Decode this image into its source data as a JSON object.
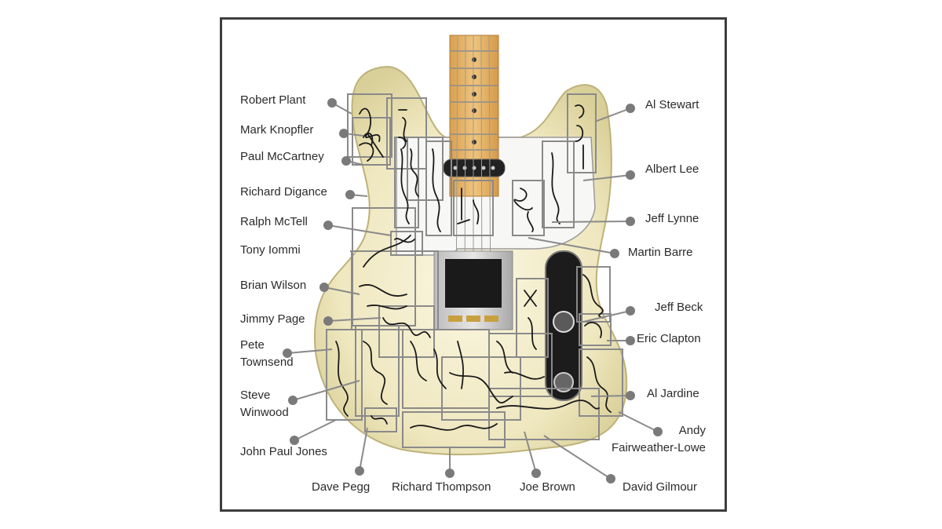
{
  "diagram": {
    "left_labels": [
      {
        "id": "robert-plant",
        "text": "Robert Plant"
      },
      {
        "id": "mark-knopfler",
        "text": "Mark Knopfler"
      },
      {
        "id": "paul-mccartney",
        "text": "Paul McCartney"
      },
      {
        "id": "richard-digance",
        "text": "Richard Digance"
      },
      {
        "id": "ralph-mctell",
        "text": "Ralph McTell"
      },
      {
        "id": "tony-iommi",
        "text": "Tony Iommi"
      },
      {
        "id": "brian-wilson",
        "text": "Brian Wilson"
      },
      {
        "id": "jimmy-page",
        "text": "Jimmy Page"
      },
      {
        "id": "pete-townsend",
        "line1": "Pete",
        "line2": "Townsend"
      },
      {
        "id": "steve-winwood",
        "line1": "Steve",
        "line2": "Winwood"
      },
      {
        "id": "john-paul-jones",
        "text": "John Paul Jones"
      }
    ],
    "right_labels": [
      {
        "id": "al-stewart",
        "text": "Al Stewart"
      },
      {
        "id": "albert-lee",
        "text": "Albert Lee"
      },
      {
        "id": "jeff-lynne",
        "text": "Jeff Lynne"
      },
      {
        "id": "martin-barre",
        "text": "Martin  Barre"
      },
      {
        "id": "jeff-beck",
        "text": "Jeff Beck"
      },
      {
        "id": "eric-clapton",
        "text": "Eric Clapton"
      },
      {
        "id": "al-jardine",
        "text": "Al Jardine"
      },
      {
        "id": "andy-fairweather-lowe",
        "line1": "Andy",
        "line2": "Fairweather-Lowe"
      }
    ],
    "bottom_labels": [
      {
        "id": "dave-pegg",
        "text": "Dave Pegg"
      },
      {
        "id": "richard-thompson",
        "text": "Richard Thompson"
      },
      {
        "id": "joe-brown",
        "text": "Joe Brown"
      },
      {
        "id": "david-gilmour",
        "text": "David Gilmour"
      }
    ],
    "signature_1": "Al Stewart",
    "signature_2": "Richard Thompson",
    "colors": {
      "frame": "#3d3d3d",
      "body_cream": "#f2eccb",
      "body_edge": "#c9c08a",
      "pickguard": "#f7f7f5",
      "neck_maple": "#e8b86a",
      "callout": "#8a8a8a",
      "marker": "#7a7a7a",
      "text": "#2b2b2b"
    }
  }
}
